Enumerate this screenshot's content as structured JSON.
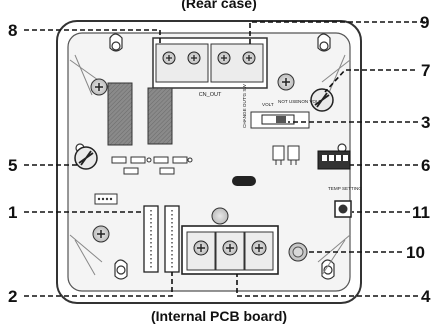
{
  "header_caption": "(Rear case)",
  "footer_caption": "(Internal PCB board)",
  "board_labels": {
    "cn_out": "CN_OUT",
    "volt": "VOLT",
    "not_use": "NOT USE",
    "non_volt": "NON VOLT",
    "vertical_text": "CHANGE OUT'G SW",
    "temp_setting": "TEMP SETTING"
  },
  "callouts": [
    {
      "id": "1",
      "label": "1"
    },
    {
      "id": "2",
      "label": "2"
    },
    {
      "id": "3",
      "label": "3"
    },
    {
      "id": "4",
      "label": "4"
    },
    {
      "id": "5",
      "label": "5"
    },
    {
      "id": "6",
      "label": "6"
    },
    {
      "id": "7",
      "label": "7"
    },
    {
      "id": "8",
      "label": "8"
    },
    {
      "id": "9",
      "label": "9"
    },
    {
      "id": "10",
      "label": "10"
    },
    {
      "id": "11",
      "label": "11"
    }
  ]
}
